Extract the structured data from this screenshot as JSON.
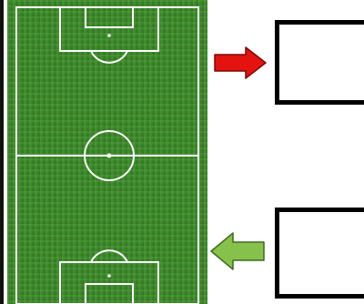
{
  "colors": {
    "pitch_dark": "#2f6f22",
    "pitch_light": "#4c9a36",
    "pitch_lines": "#ffffff",
    "top_arrow": "#e3140f",
    "bottom_arrow": "#86c24b",
    "box_border": "#000000"
  },
  "pitch": {
    "icon": "soccer-field-icon",
    "orientation": "vertical"
  },
  "arrows": [
    {
      "id": "top",
      "icon": "arrow-right-icon",
      "direction": "right",
      "color": "#e3140f"
    },
    {
      "id": "bottom",
      "icon": "arrow-left-icon",
      "direction": "left",
      "color": "#86c24b"
    }
  ],
  "answer_boxes": [
    {
      "id": "top",
      "text": ""
    },
    {
      "id": "bottom",
      "text": ""
    }
  ]
}
